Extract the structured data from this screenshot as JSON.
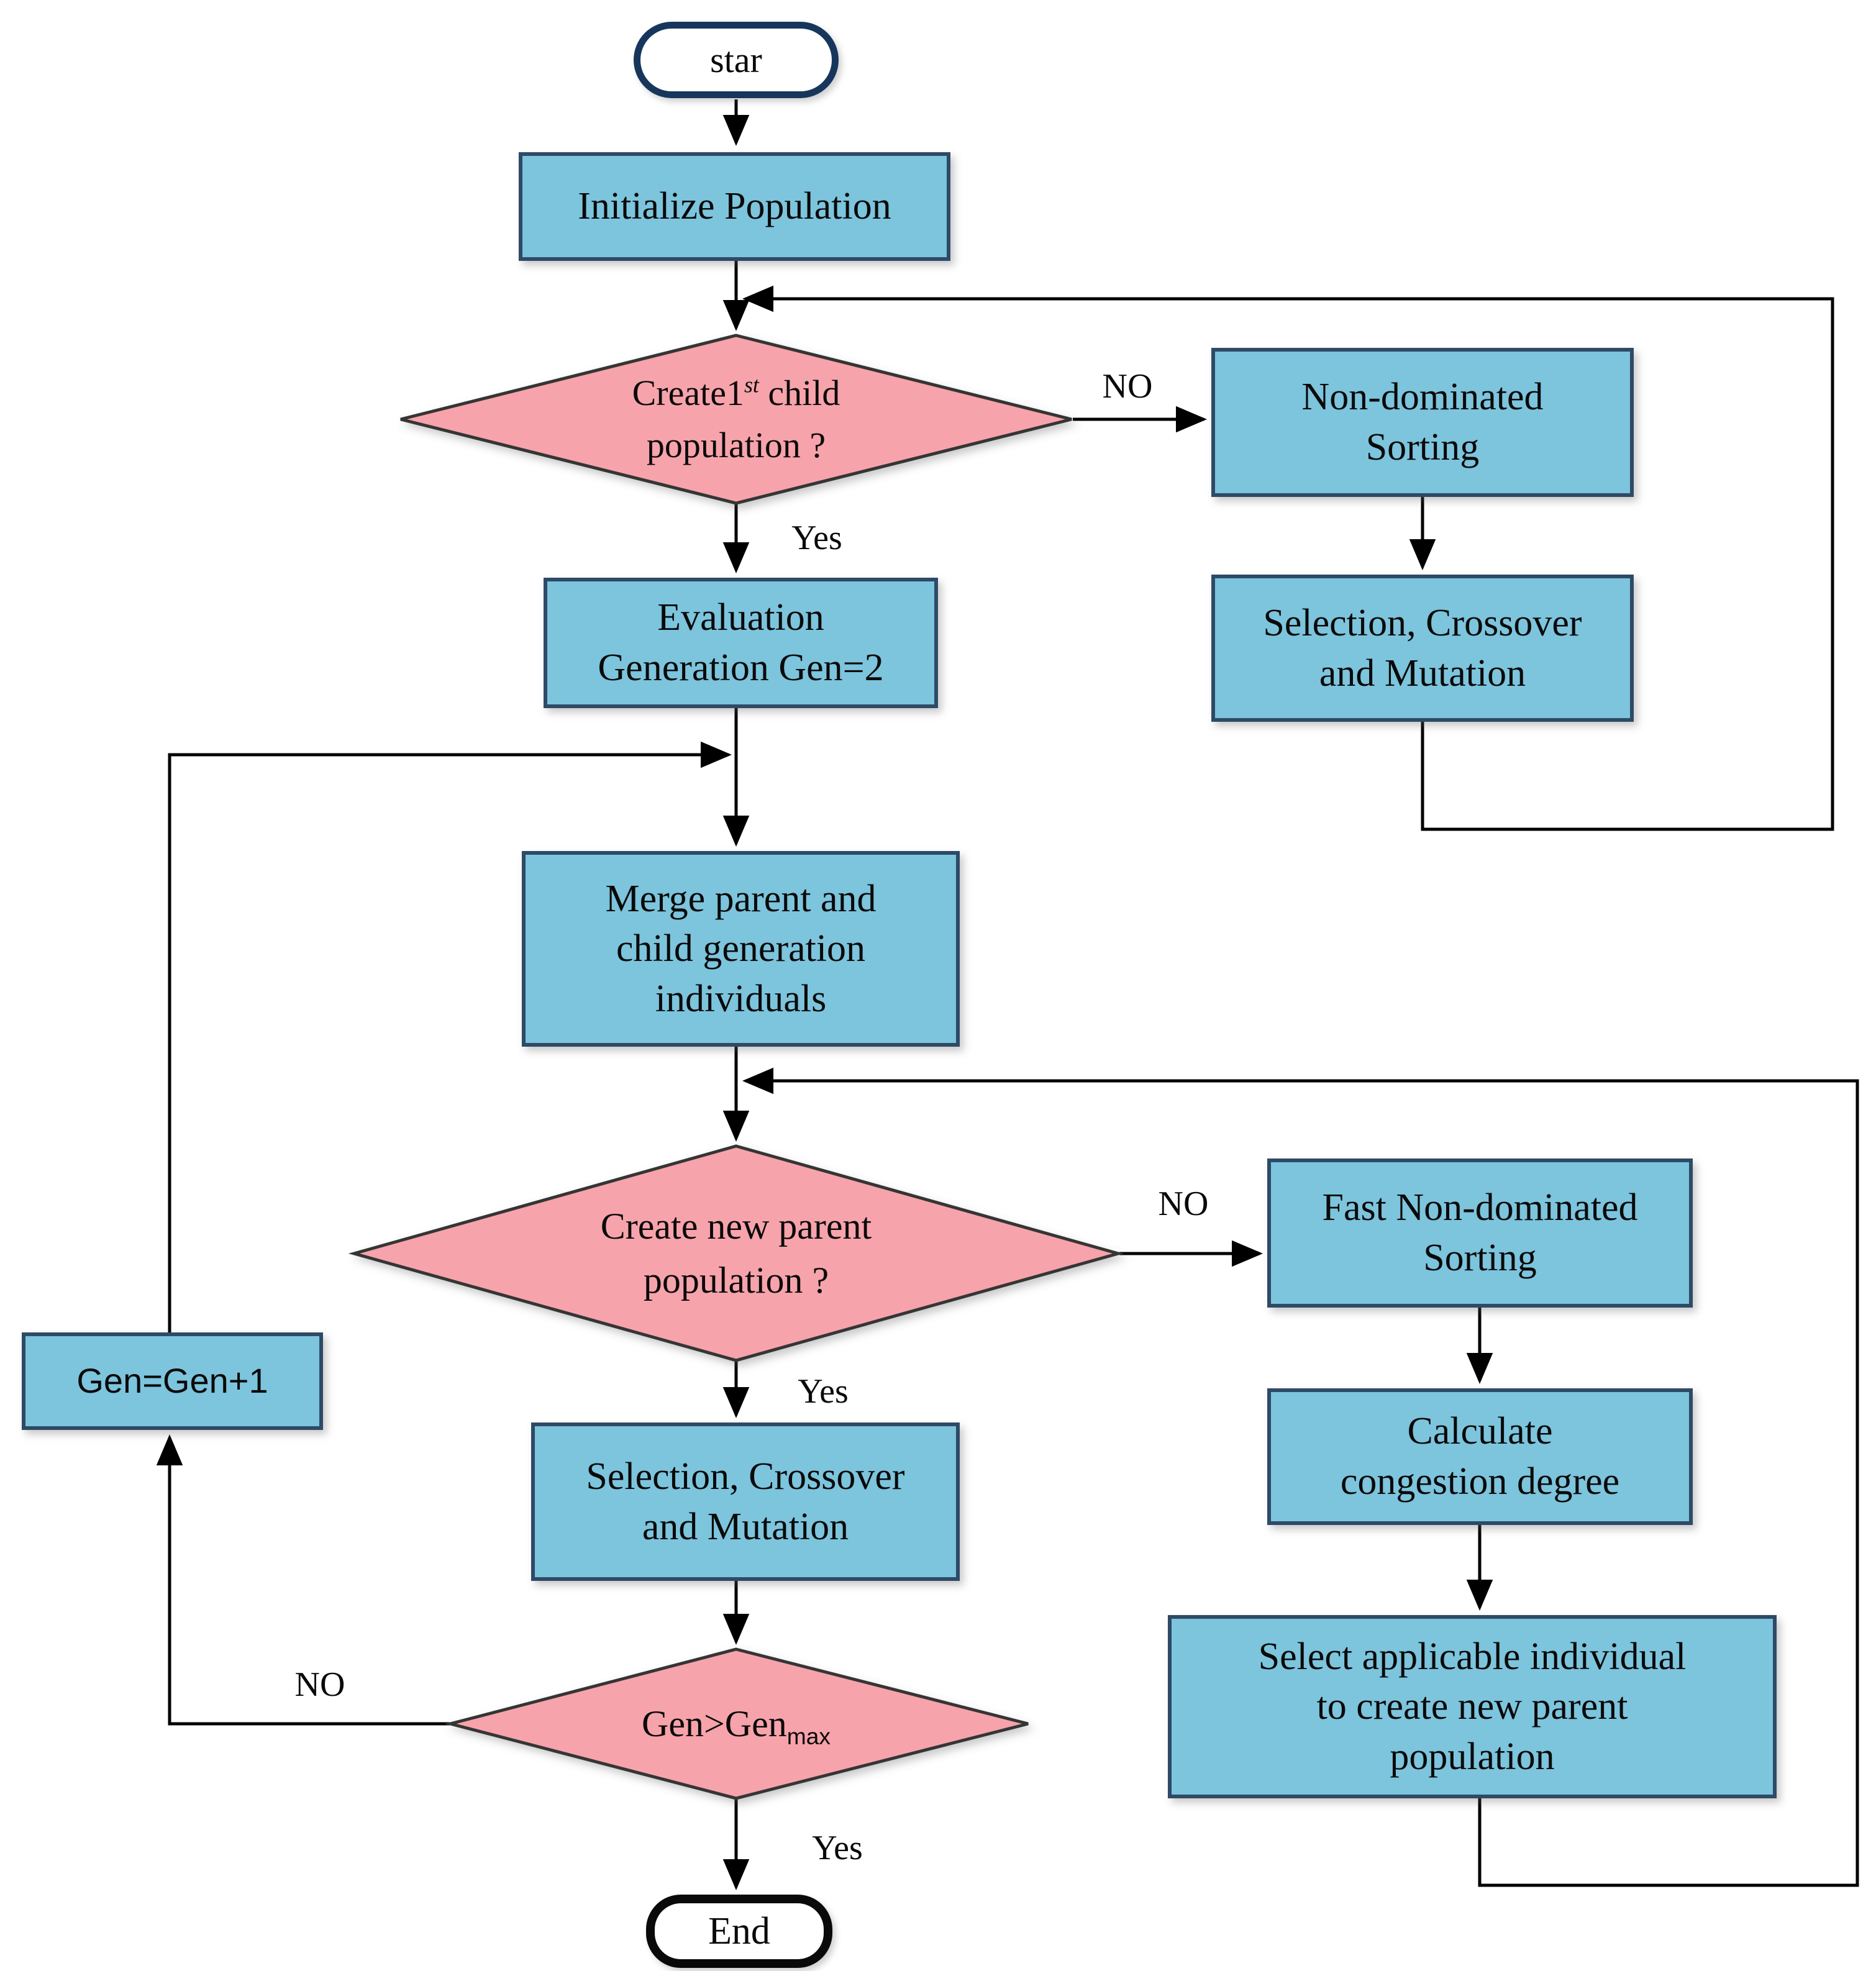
{
  "diagram_type": "flowchart",
  "colors": {
    "process_fill": "#7DC4DD",
    "process_border": "#2E4A66",
    "decision_fill": "#F7A3AB",
    "decision_border": "#363636",
    "start_border": "#16365C",
    "end_border": "#0A0A0A",
    "connector": "#000000"
  },
  "nodes": {
    "start": {
      "label": "star"
    },
    "init": {
      "label": "Initialize Population"
    },
    "d1": {
      "pre": "Create1",
      "sup": "st",
      "post": " child",
      "line2": "population ?"
    },
    "nds": {
      "lines": [
        "Non-dominated",
        "Sorting"
      ]
    },
    "scm_right": {
      "lines": [
        "Selection, Crossover",
        "and Mutation"
      ]
    },
    "eval": {
      "lines": [
        "Evaluation",
        "Generation Gen=2"
      ]
    },
    "merge": {
      "lines": [
        "Merge parent and",
        "child generation",
        "individuals"
      ]
    },
    "d2": {
      "lines": [
        "Create new parent",
        "population ?"
      ]
    },
    "fast": {
      "lines": [
        "Fast Non-dominated",
        "Sorting"
      ]
    },
    "calc": {
      "lines": [
        "Calculate",
        "congestion degree"
      ]
    },
    "select_apply": {
      "lines": [
        "Select applicable individual",
        "to create new parent",
        "population"
      ]
    },
    "scm_main": {
      "lines": [
        "Selection, Crossover",
        "and Mutation"
      ]
    },
    "gen_inc": {
      "label": "Gen=Gen+1"
    },
    "d3": {
      "pre": "Gen>Gen",
      "sub": "max"
    },
    "end": {
      "label": "End"
    }
  },
  "edge_labels": {
    "no1": "NO",
    "yes1": "Yes",
    "no2": "NO",
    "yes2": "Yes",
    "no3": "NO",
    "yes3": "Yes"
  }
}
